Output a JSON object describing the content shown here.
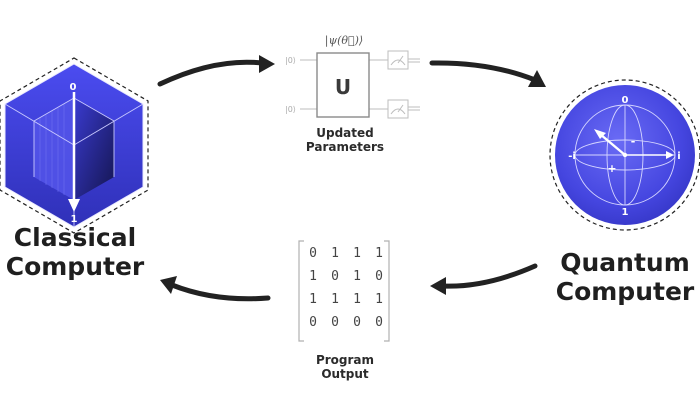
{
  "classical_computer": {
    "title_line1": "Classical",
    "title_line2": "Computer",
    "cube_top_label": "0",
    "cube_bottom_label": "1"
  },
  "quantum_computer": {
    "title_line1": "Quantum",
    "title_line2": "Computer",
    "sphere_top_label": "0",
    "sphere_bottom_label": "1",
    "sphere_left_label": "-i",
    "sphere_right_label": "i",
    "sphere_plus_label": "+",
    "sphere_minus_label": "-"
  },
  "circuit": {
    "state_label": "|ψ(θ⃗)⟩",
    "input_1": "|0⟩",
    "input_2": "|0⟩",
    "gate_label": "U",
    "caption_line1": "Updated",
    "caption_line2": "Parameters"
  },
  "output": {
    "matrix": [
      [
        "0",
        "1",
        "1",
        "1"
      ],
      [
        "1",
        "0",
        "1",
        "0"
      ],
      [
        "1",
        "1",
        "1",
        "1"
      ],
      [
        "0",
        "0",
        "0",
        "0"
      ]
    ],
    "caption_line1": "Program",
    "caption_line2": "Output"
  },
  "colors": {
    "accent_blue": "#4546e0",
    "arrow": "#222222",
    "light_gray": "#b9b9b9"
  }
}
